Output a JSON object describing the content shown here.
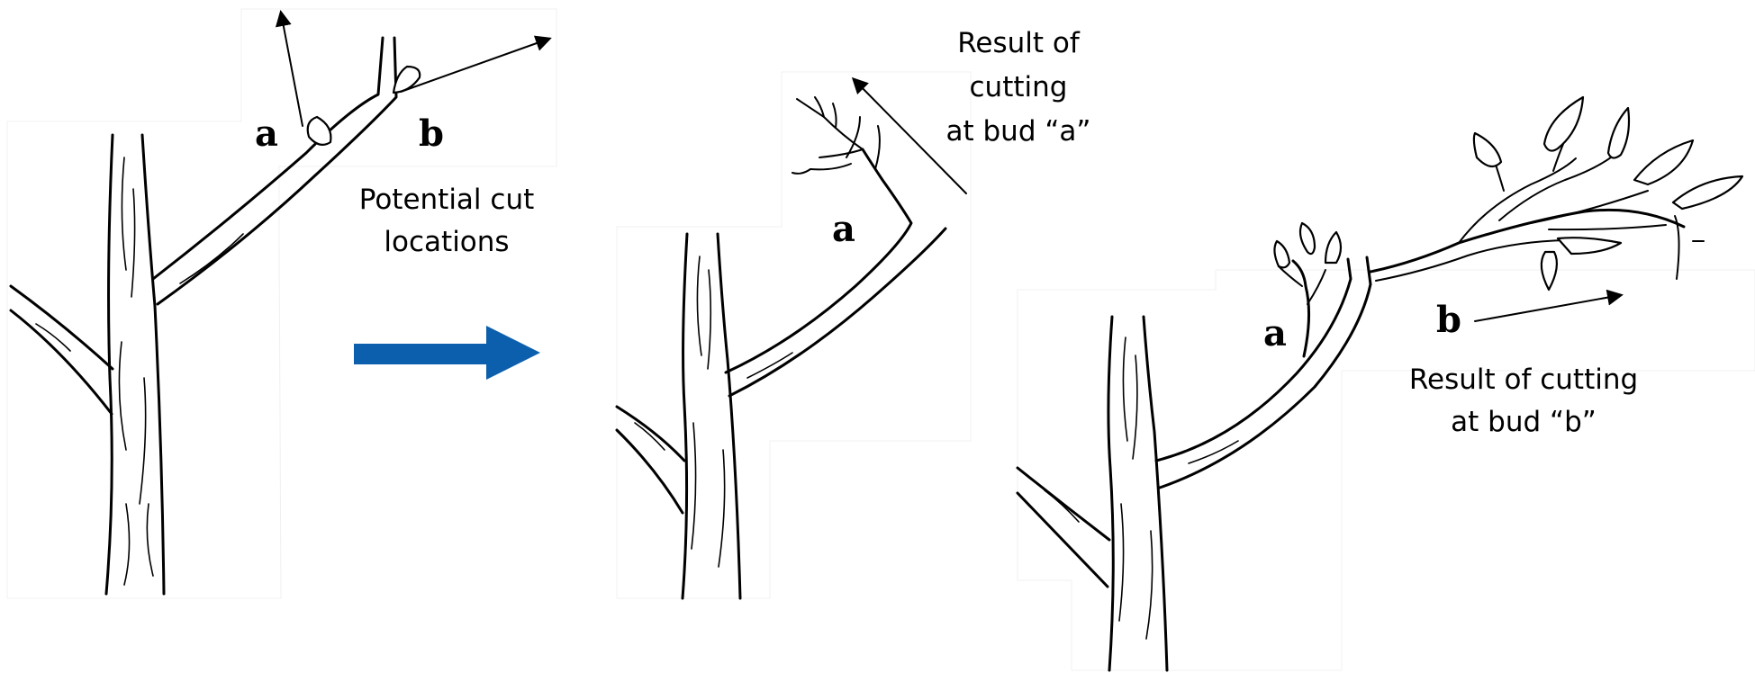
{
  "panel_left": {
    "bud_a_label": "a",
    "bud_b_label": "b",
    "caption_lines": [
      "Potential cut",
      "locations"
    ]
  },
  "panel_middle": {
    "bud_a_label": "a",
    "caption_lines": [
      "Result of",
      "cutting",
      "at bud “a”"
    ]
  },
  "panel_right": {
    "bud_a_label": "a",
    "bud_b_label": "b",
    "caption_lines": [
      "Result of cutting",
      "at bud “b”"
    ]
  },
  "colors": {
    "transition_arrow": "#0b5fad",
    "ink": "#000000"
  },
  "icons": {
    "transition": "right-arrow-icon"
  }
}
